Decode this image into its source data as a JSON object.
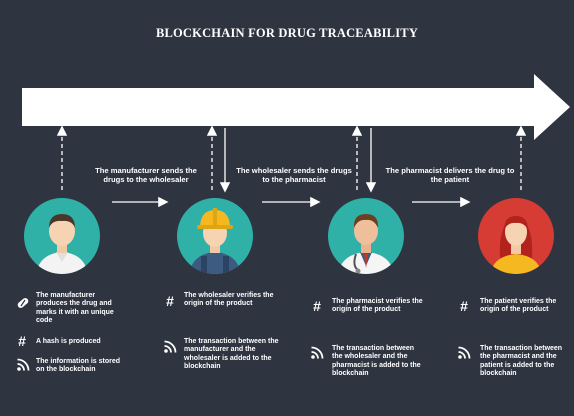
{
  "title": "BLOCKCHAIN FOR DRUG TRACEABILITY",
  "captions": [
    "The manufacturer sends the drugs to the wholesaler",
    "The wholesaler sends the drugs to the pharmacist",
    "The pharmacist delivers the drug to the patient"
  ],
  "steps": {
    "manufacturer": [
      "The manufacturer produces the drug and marks it with an unique code",
      "A hash is produced",
      "The information is stored on the blockchain"
    ],
    "wholesaler": [
      "The wholesaler verifies the origin of the product",
      "The transaction between the manufacturer and the wholesaler is added to the blockchain"
    ],
    "pharmacist": [
      "The pharmacist verifies the origin of the product",
      "The transaction between the wholesaler and the pharmacist is added to the blockchain"
    ],
    "patient": [
      "The patient verifies the origin of the product",
      "The transaction between the pharmacist and the patient is added to the blockchain"
    ]
  },
  "icons": [
    "pill-icon",
    "hash-icon",
    "rss-icon"
  ],
  "colors": {
    "background": "#2e3440",
    "arrow": "#ffffff",
    "avatar_teal": "#2fb1a8",
    "avatar_red": "#d63b34",
    "hardhat_yellow": "#f5b820"
  }
}
